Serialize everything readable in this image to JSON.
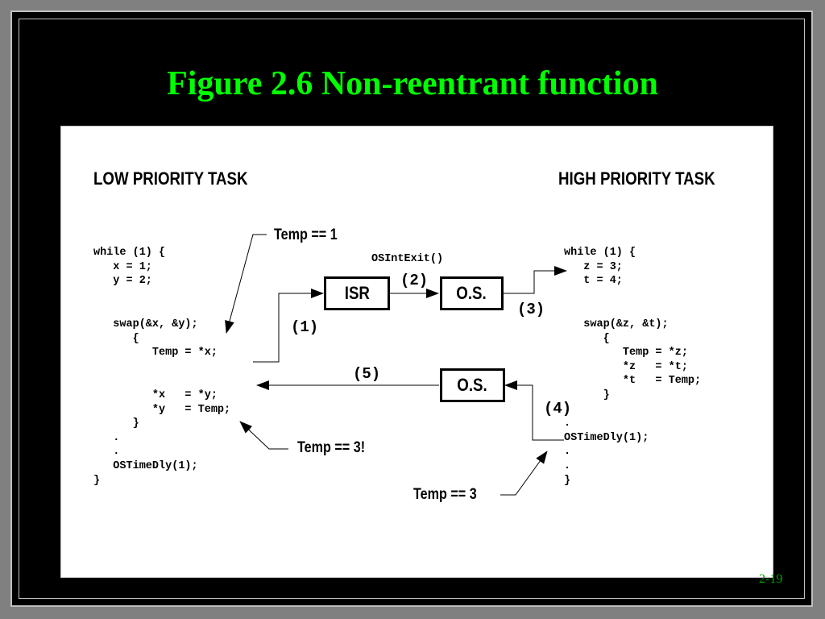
{
  "slide": {
    "title": "Figure 2.6 Non-reentrant function",
    "page_number": "2-19"
  },
  "diagram": {
    "low_task": {
      "header": "LOW PRIORITY TASK",
      "code_top": "while (1) {\n   x = 1;\n   y = 2;",
      "code_swap": "   swap(&x, &y);\n      {\n         Temp = *x;",
      "code_assign": "         *x   = *y;\n         *y   = Temp;\n      }\n   .\n   .\n   OSTimeDly(1);\n}"
    },
    "high_task": {
      "header": "HIGH PRIORITY TASK",
      "code_top": "while (1) {\n   z = 3;\n   t = 4;",
      "code_swap": "   swap(&z, &t);\n      {\n         Temp = *z;\n         *z   = *t;\n         *t   = Temp;\n      }\n.\n.\nOSTimeDly(1);\n.\n.\n}"
    },
    "boxes": {
      "isr": "ISR",
      "os_top": "O.S.",
      "os_bottom": "O.S."
    },
    "annotations": {
      "temp_1": "Temp == 1",
      "temp_3_excl": "Temp == 3!",
      "temp_3": "Temp == 3",
      "osintexit": "OSIntExit()"
    },
    "steps": {
      "s1": "(1)",
      "s2": "(2)",
      "s3": "(3)",
      "s4": "(4)",
      "s5": "(5)"
    }
  }
}
